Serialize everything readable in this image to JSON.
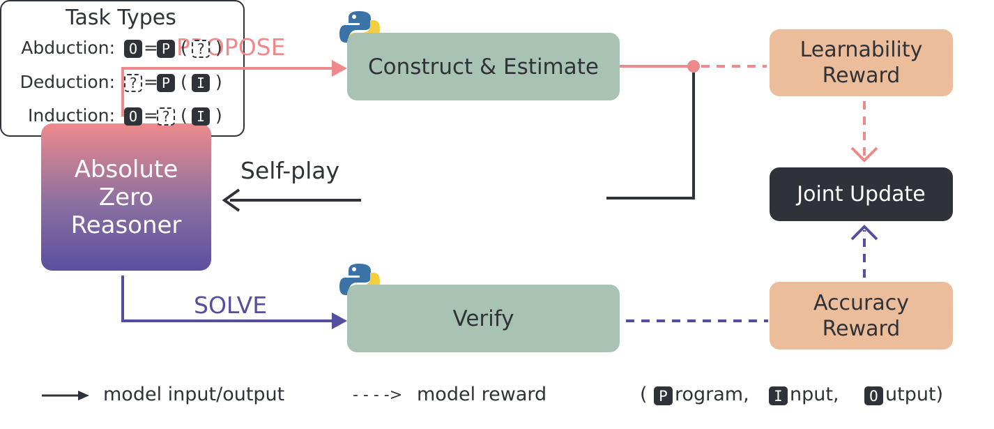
{
  "diagram": {
    "absolute_zero_reasoner": [
      "Absolute",
      "Zero",
      "Reasoner"
    ],
    "propose_label": "PROPOSE",
    "solve_label": "SOLVE",
    "self_play_label": "Self-play",
    "construct_estimate": "Construct & Estimate",
    "verify": "Verify",
    "learnability_reward": [
      "Learnability",
      "Reward"
    ],
    "accuracy_reward": [
      "Accuracy",
      "Reward"
    ],
    "joint_update": "Joint Update",
    "task_types": {
      "title": "Task Types",
      "rows": [
        {
          "name": "Abduction:",
          "lhs": "O",
          "eq": "=",
          "fn": "P",
          "arg": "?"
        },
        {
          "name": "Deduction:",
          "lhs": "?",
          "eq": "=",
          "fn": "P",
          "arg": "I"
        },
        {
          "name": "Induction:",
          "lhs": "O",
          "eq": "=",
          "fn": "?",
          "arg": "I"
        }
      ]
    },
    "colors": {
      "propose": "#ee8a8b",
      "solve": "#544ea0",
      "dark": "#2f3238",
      "green_box": "#a8c2b3",
      "orange_box": "#ebbd9a"
    },
    "icons": [
      "python-logo-icon",
      "python-logo-icon"
    ]
  },
  "legend": {
    "solid_arrow": "model input/output",
    "dashed_arrow": "- - - ->",
    "dashed_label": "model reward",
    "open_paren": "(",
    "p_letter": "P",
    "program_rest": "rogram,",
    "i_letter": "I",
    "input_rest": "nput,",
    "o_letter": "O",
    "output_rest": "utput)"
  }
}
